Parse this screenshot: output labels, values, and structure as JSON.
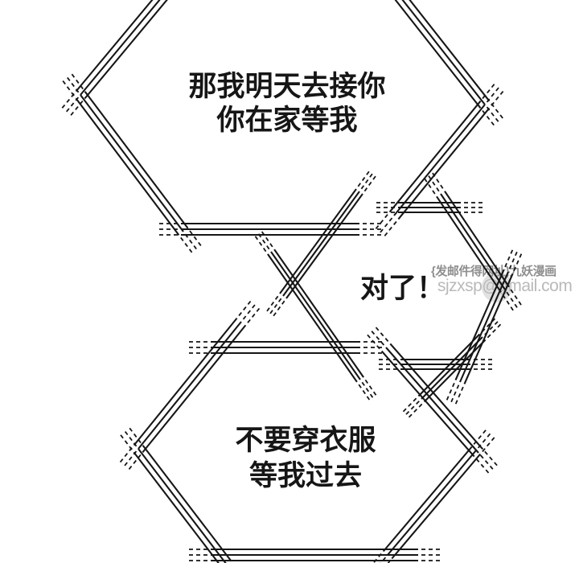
{
  "page": {
    "background_color": "#ffffff",
    "ink_color": "#161616"
  },
  "bubbles": {
    "top": {
      "line1": "那我明天去接你",
      "line2": "你在家等我"
    },
    "middle": {
      "line1": "对了！"
    },
    "bottom": {
      "line1": "不要穿衣服",
      "line2": "等我过去"
    }
  },
  "watermark": {
    "line1": "{发邮件得网址}九妖漫画",
    "line2": "sjzxsp@gmail.com",
    "line1_color": "#8f8f8f",
    "line2_color": "#b9b9b9",
    "logo_circle_color": "#c9c9c9"
  }
}
